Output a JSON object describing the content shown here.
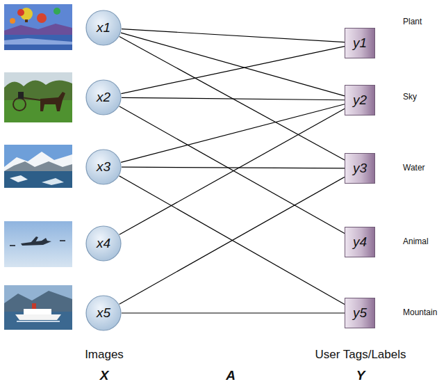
{
  "diagram": {
    "nodes": [
      {
        "text": [
          "x1"
        ]
      },
      {
        "text": [
          "x2"
        ]
      },
      {
        "text": [
          "x3"
        ]
      },
      {
        "text": [
          "x4"
        ]
      },
      {
        "text": [
          "x5"
        ]
      },
      {
        "text": [
          "y1"
        ]
      },
      {
        "text": [
          "y2"
        ]
      },
      {
        "text": [
          "y3"
        ]
      },
      {
        "text": [
          "y4"
        ]
      },
      {
        "text": [
          "y5"
        ]
      }
    ],
    "edges": [
      {
        "from": 0,
        "to": 5,
        "arrow": "none"
      },
      {
        "from": 0,
        "to": 6,
        "arrow": "none"
      },
      {
        "from": 0,
        "to": 7,
        "arrow": "none"
      },
      {
        "from": 1,
        "to": 5,
        "arrow": "none"
      },
      {
        "from": 1,
        "to": 6,
        "arrow": "none"
      },
      {
        "from": 1,
        "to": 8,
        "arrow": "none"
      },
      {
        "from": 2,
        "to": 6,
        "arrow": "none"
      },
      {
        "from": 2,
        "to": 7,
        "arrow": "none"
      },
      {
        "from": 2,
        "to": 9,
        "arrow": "none"
      },
      {
        "from": 3,
        "to": 6,
        "arrow": "none"
      },
      {
        "from": 4,
        "to": 7,
        "arrow": "none"
      },
      {
        "from": 4,
        "to": 9,
        "arrow": "none"
      }
    ],
    "labels": [
      "Plant",
      "Sky",
      "Water",
      "Animal",
      "Mountain",
      "Images",
      "User Tags/Labels",
      "X",
      "A",
      "Y"
    ]
  }
}
